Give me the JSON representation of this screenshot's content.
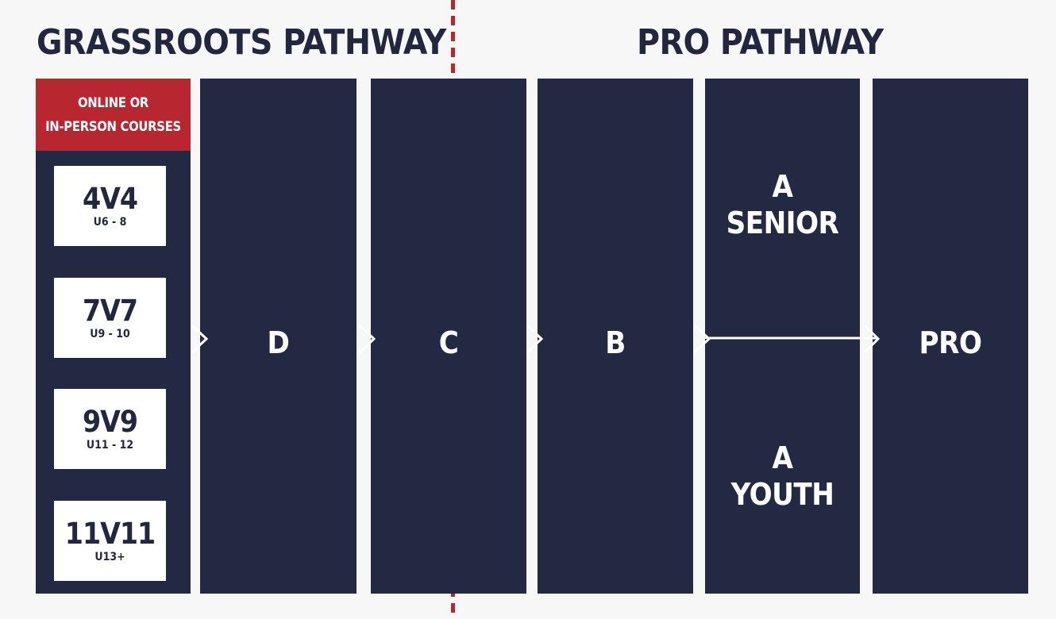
{
  "headings": {
    "grassroots": "GRASSROOTS PATHWAY",
    "pro": "PRO PATHWAY"
  },
  "grassroots": {
    "banner_line1": "ONLINE OR",
    "banner_line2": "IN-PERSON COURSES",
    "age_groups": [
      {
        "format": "4V4",
        "ages": "U6 - 8"
      },
      {
        "format": "7V7",
        "ages": "U9 - 10"
      },
      {
        "format": "9V9",
        "ages": "U11 - 12"
      },
      {
        "format": "11V11",
        "ages": "U13+"
      }
    ]
  },
  "licenses": {
    "d": "D",
    "c": "C",
    "b": "B",
    "a_senior_line1": "A",
    "a_senior_line2": "SENIOR",
    "a_youth_line1": "A",
    "a_youth_line2": "YOUTH",
    "pro": "PRO"
  },
  "colors": {
    "navy": "#242943",
    "accent_red": "#b8262f",
    "background": "#f7f7f7",
    "card": "#ffffff"
  }
}
